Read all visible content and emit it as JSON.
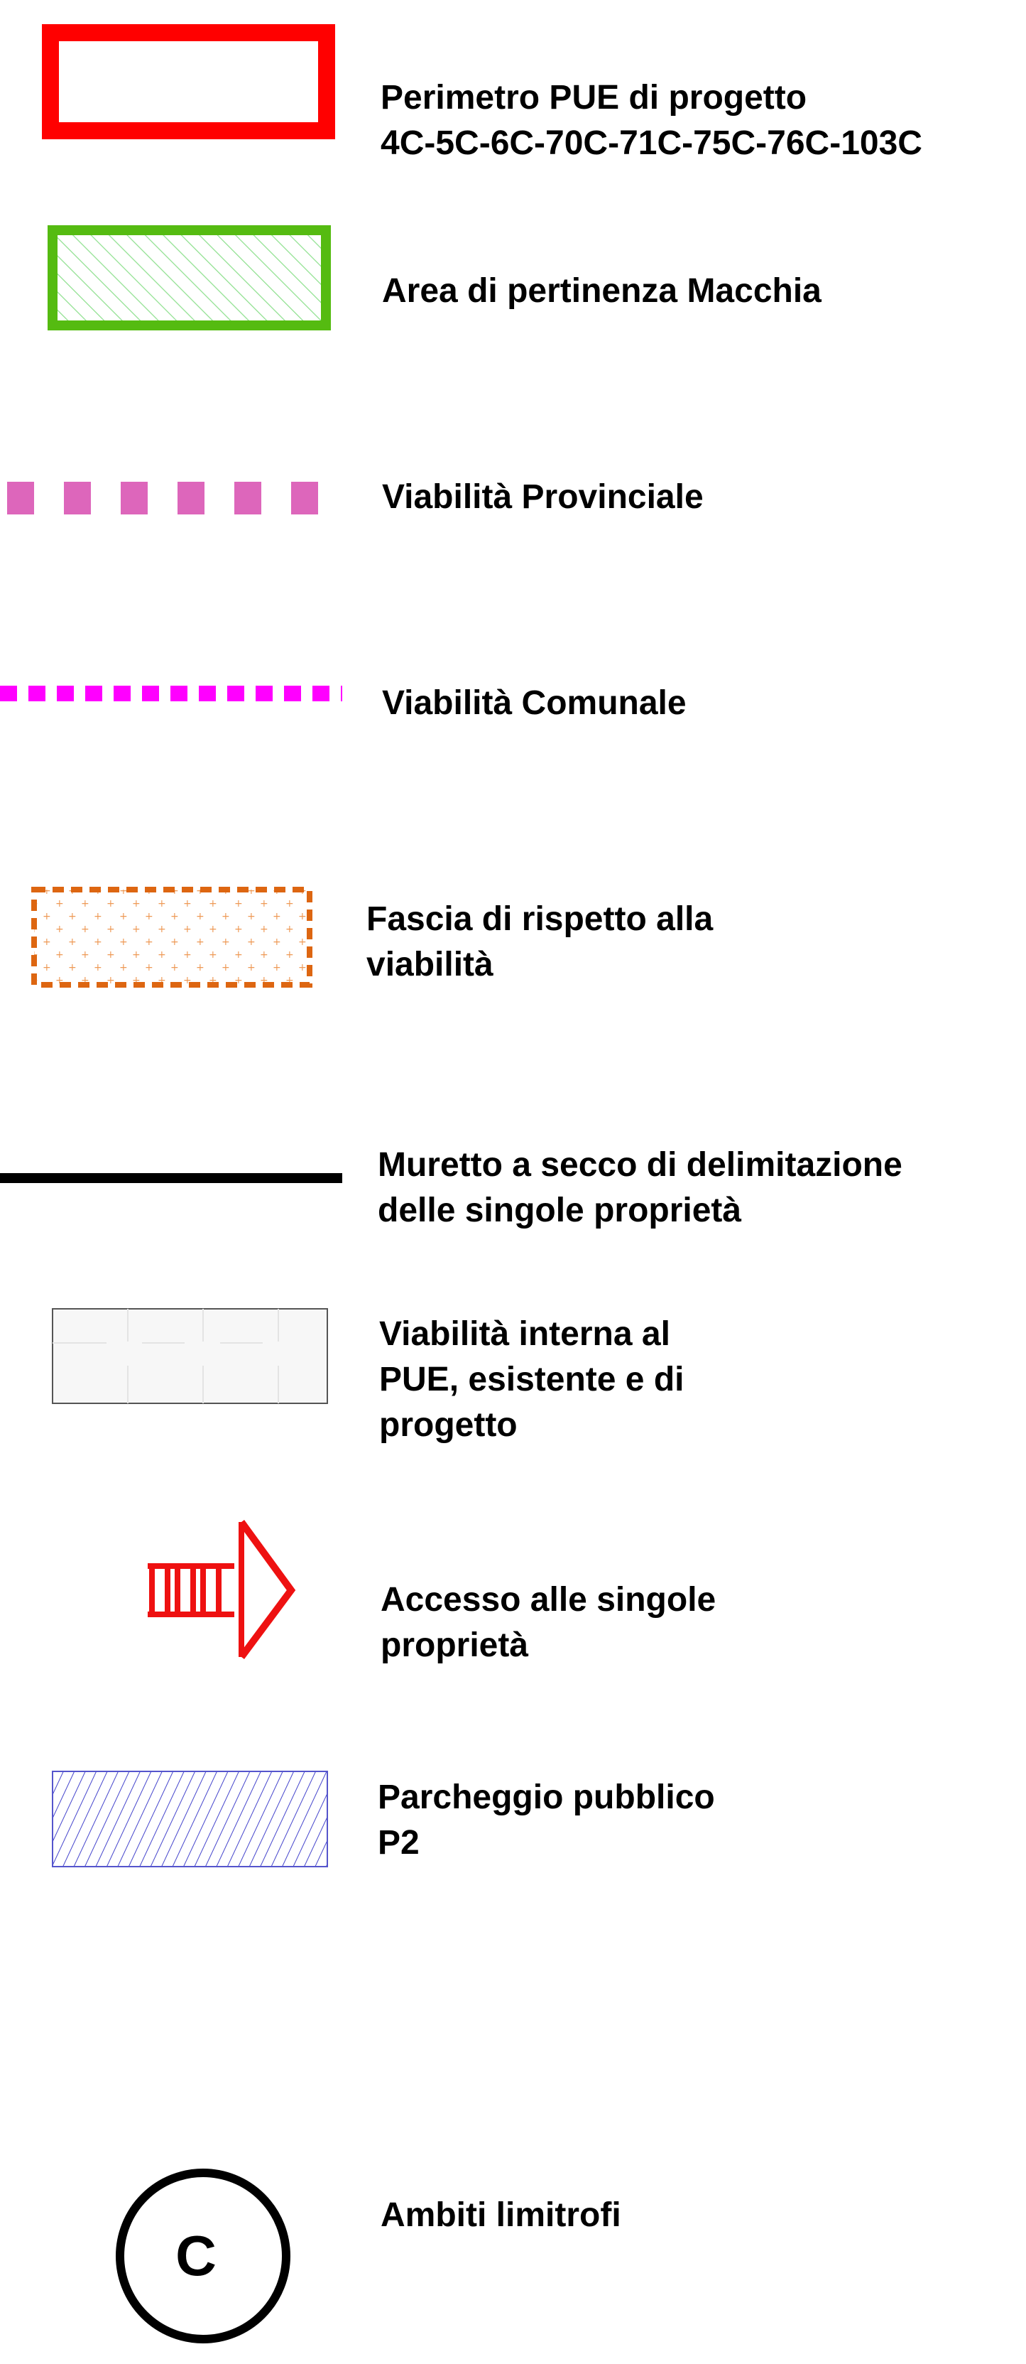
{
  "legend": {
    "items": [
      {
        "symbol": "red-outline-rectangle",
        "lines": [
          "Perimetro PUE di progetto",
          "4C-5C-6C-70C-71C-75C-76C-103C"
        ]
      },
      {
        "symbol": "green-hatched-rectangle",
        "lines": [
          "Area di pertinenza Macchia"
        ]
      },
      {
        "symbol": "pink-dashed-line",
        "lines": [
          "Viabilità Provinciale"
        ]
      },
      {
        "symbol": "magenta-dotted-line",
        "lines": [
          "Viabilità Comunale"
        ]
      },
      {
        "symbol": "orange-dashed-dotted-rectangle",
        "lines": [
          "Fascia di rispetto alla",
          "viabilità"
        ]
      },
      {
        "symbol": "black-solid-line",
        "lines": [
          "Muretto a secco di delimitazione",
          "delle singole proprietà"
        ]
      },
      {
        "symbol": "gray-tiled-rectangle",
        "lines": [
          "Viabilità interna al",
          "PUE, esistente e di",
          "progetto"
        ]
      },
      {
        "symbol": "red-access-arrow",
        "lines": [
          "Accesso alle singole",
          "proprietà"
        ]
      },
      {
        "symbol": "blue-hatched-rectangle",
        "lines": [
          "Parcheggio pubblico",
          "P2"
        ]
      },
      {
        "symbol": "circle-letter",
        "circle_text": "C",
        "lines": [
          "Ambiti limitrofi"
        ]
      }
    ]
  },
  "colors": {
    "perimeter_red": "#ff0000",
    "macchia_green": "#55bb11",
    "provincial_pink": "#dd66bb",
    "communal_magenta": "#ff00ff",
    "buffer_orange": "#dd6611",
    "wall_black": "#000000",
    "parking_blue": "#3333cc"
  }
}
